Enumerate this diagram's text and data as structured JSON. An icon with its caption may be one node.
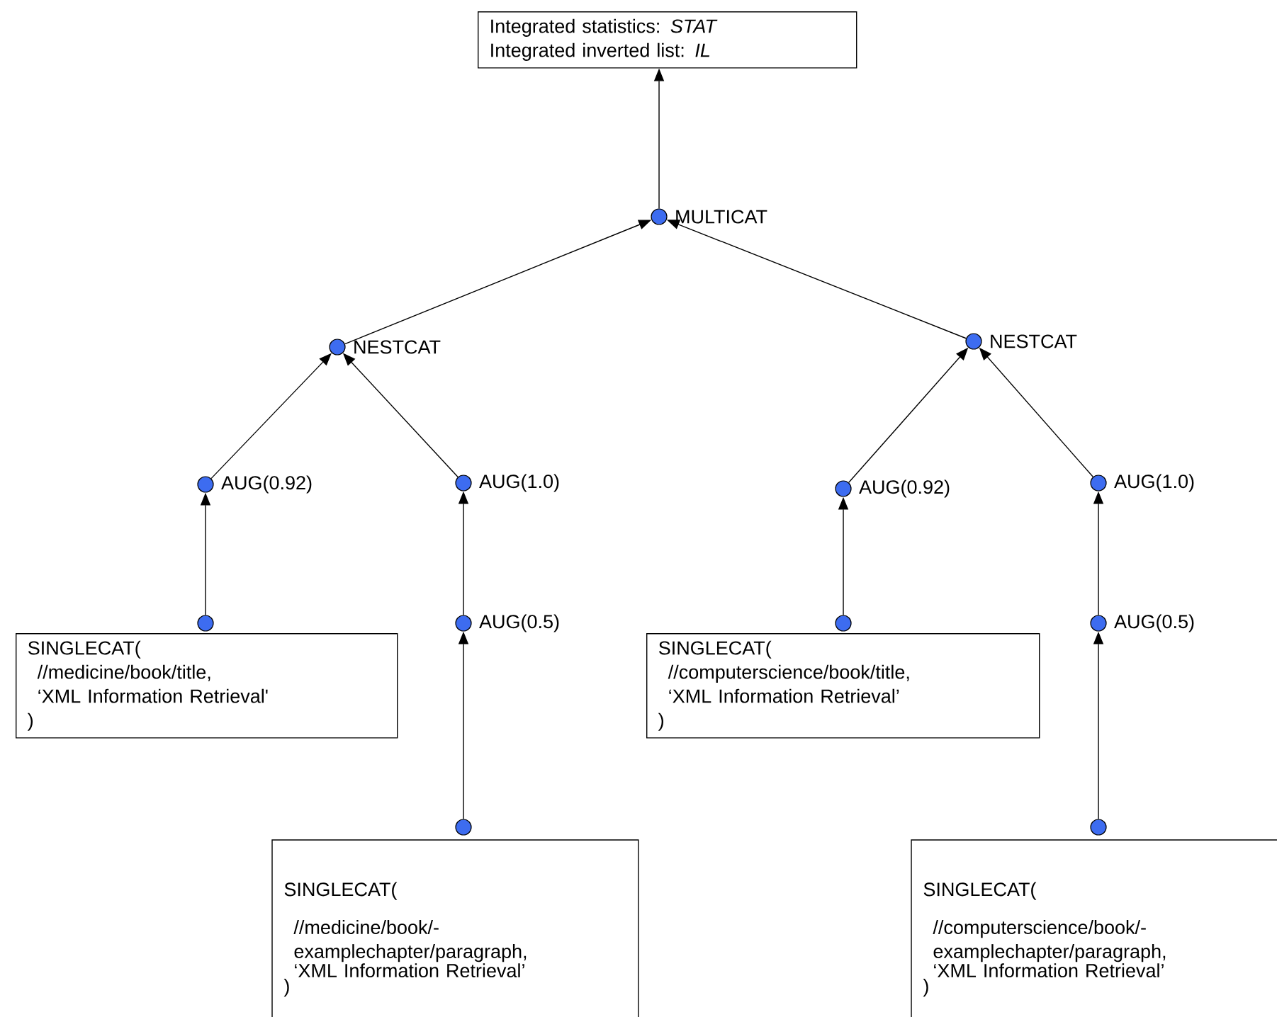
{
  "diagram": {
    "nodes": [
      {
        "text": [
          "Integrated statistics: *STAT*",
          "Integrated inverted list: *IL*"
        ]
      },
      {
        "text": [],
        "shape": "circle",
        "beside": [
          "MULTICAT"
        ]
      },
      {
        "text": [],
        "shape": "circle",
        "beside": [
          "NESTCAT"
        ]
      },
      {
        "text": [],
        "shape": "circle",
        "beside": [
          "AUG(0.92)"
        ]
      },
      {
        "text": [],
        "shape": "circle",
        "beside": [
          "AUG(1.0)"
        ]
      },
      {
        "text": [],
        "shape": "circle"
      },
      {
        "text": [
          "SINGLECAT(",
          "//medicine/book/title,",
          "‘XML Information Retrieval'",
          ")"
        ]
      },
      {
        "text": [],
        "shape": "circle",
        "beside": [
          "AUG(0.5)"
        ]
      },
      {
        "text": [],
        "shape": "circle"
      },
      {
        "text": [
          "SINGLECAT(",
          "//medicine/book/- examplechapter/paragraph,",
          "‘XML Information Retrieval’",
          ")"
        ]
      },
      {
        "text": [],
        "shape": "circle",
        "beside": [
          "NESTCAT"
        ]
      },
      {
        "text": [],
        "shape": "circle",
        "beside": [
          "AUG(0.92)"
        ]
      },
      {
        "text": [],
        "shape": "circle",
        "beside": [
          "AUG(1.0)"
        ]
      },
      {
        "text": [],
        "shape": "circle"
      },
      {
        "text": [
          "SINGLECAT(",
          "//computerscience/book/title,",
          "‘XML Information Retrieval’",
          ")"
        ]
      },
      {
        "text": [],
        "shape": "circle",
        "beside": [
          "AUG(0.5)"
        ]
      },
      {
        "text": [],
        "shape": "circle"
      },
      {
        "text": [
          "SINGLECAT(",
          "//computerscience/book/- examplechapter/paragraph,",
          "‘XML Information Retrieval’",
          ")"
        ]
      }
    ],
    "edges": [
      {
        "from": 1,
        "to": 0,
        "arrow": "to"
      },
      {
        "from": 2,
        "to": 1,
        "arrow": "to"
      },
      {
        "from": 10,
        "to": 1,
        "arrow": "to"
      },
      {
        "from": 3,
        "to": 2,
        "arrow": "to"
      },
      {
        "from": 4,
        "to": 2,
        "arrow": "to"
      },
      {
        "from": 11,
        "to": 10,
        "arrow": "to"
      },
      {
        "from": 12,
        "to": 10,
        "arrow": "to"
      },
      {
        "from": 5,
        "to": 3,
        "arrow": "to"
      },
      {
        "from": 7,
        "to": 4,
        "arrow": "to"
      },
      {
        "from": 8,
        "to": 7,
        "arrow": "to"
      },
      {
        "from": 13,
        "to": 11,
        "arrow": "to"
      },
      {
        "from": 15,
        "to": 12,
        "arrow": "to"
      },
      {
        "from": 16,
        "to": 15,
        "arrow": "to"
      }
    ]
  }
}
